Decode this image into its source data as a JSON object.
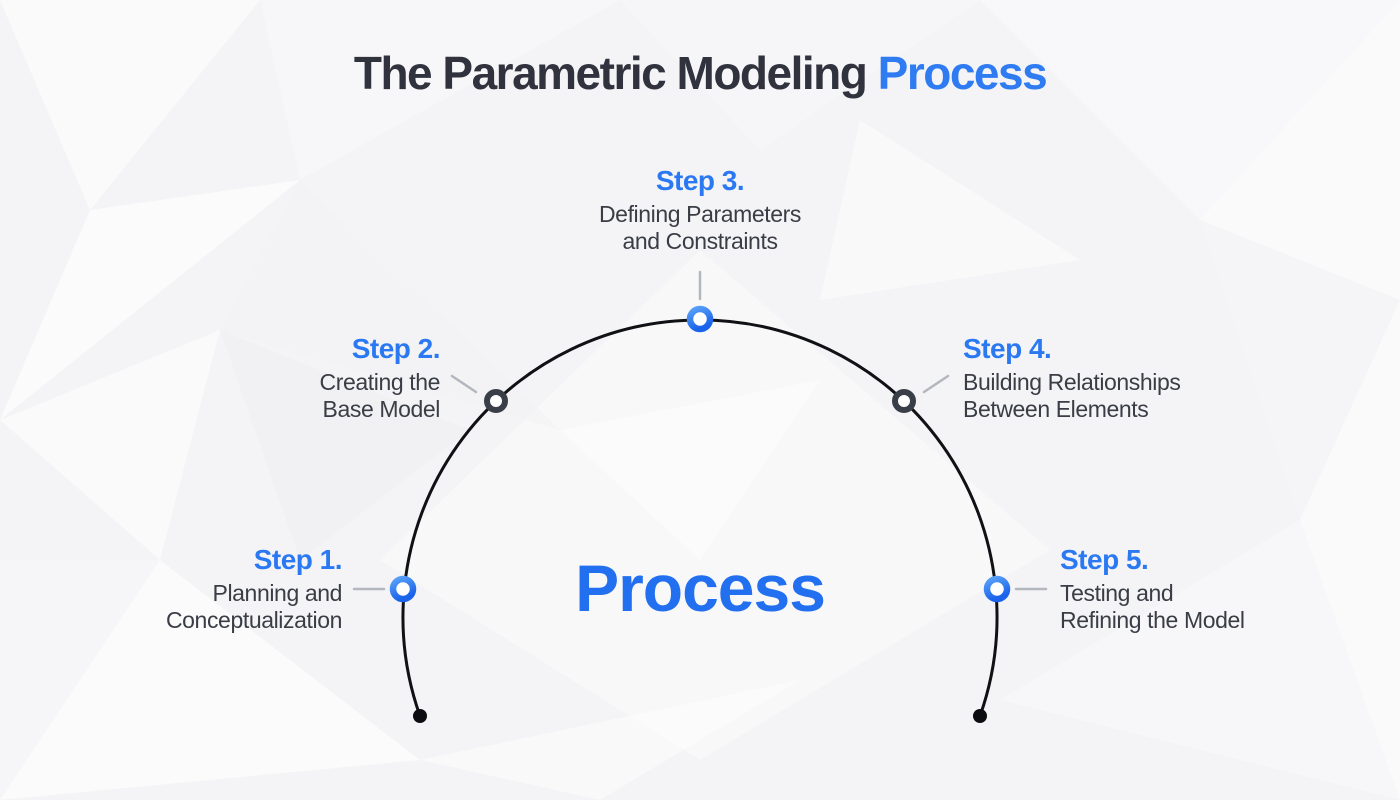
{
  "title": {
    "dark": "The Parametric Modeling",
    "accent": "Process"
  },
  "center_label": "Process",
  "steps": [
    {
      "label": "Step 1.",
      "line1": "Planning and",
      "line2": "Conceptualization",
      "node_style": "blue"
    },
    {
      "label": "Step 2.",
      "line1": "Creating the",
      "line2": "Base Model",
      "node_style": "dark"
    },
    {
      "label": "Step 3.",
      "line1": "Defining Parameters",
      "line2": "and Constraints",
      "node_style": "blue"
    },
    {
      "label": "Step 4.",
      "line1": "Building Relationships",
      "line2": "Between Elements",
      "node_style": "dark"
    },
    {
      "label": "Step 5.",
      "line1": "Testing and",
      "line2": "Refining the Model",
      "node_style": "blue"
    }
  ],
  "colors": {
    "accent_blue": "#2b79f2",
    "title_dark": "#30333d",
    "body_text": "#3a3d46",
    "node_dark_ring": "#3a3e49",
    "arc_stroke": "#101114",
    "connector_gray": "#b4b7be",
    "background": "#f4f4f6"
  }
}
